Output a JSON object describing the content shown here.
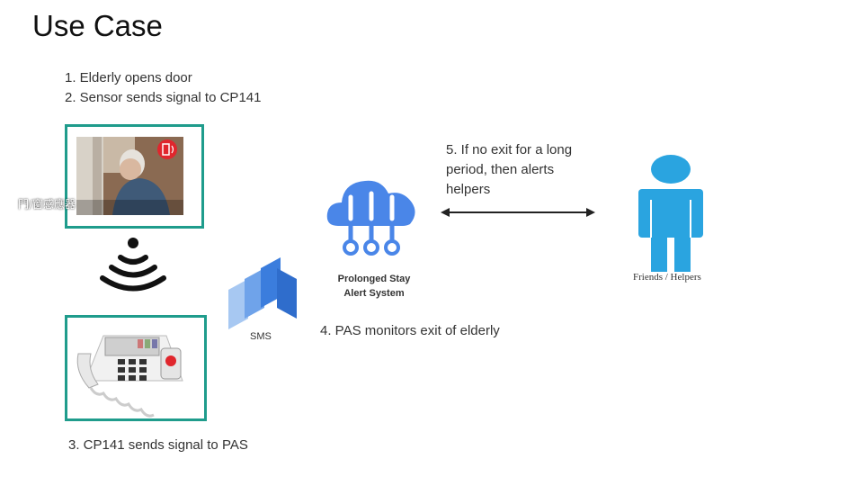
{
  "title": "Use Case",
  "steps": {
    "s1": "1.  Elderly opens door",
    "s2": "2.  Sensor sends signal to CP141",
    "s3": "3. CP141 sends signal to PAS",
    "s4": "4. PAS monitors exit of elderly",
    "s5": "5. If no exit for a long period, then alerts helpers"
  },
  "door_sensor_caption": "門/窗感應器",
  "sms_label": "SMS",
  "pas": {
    "line1": "Prolonged Stay",
    "line2": "Alert System"
  },
  "person_label": "Friends / Helpers",
  "colors": {
    "frame": "#1f9c8c",
    "cloud": "#4a86e8",
    "person": "#2aa4e0",
    "sms_dark": "#3b7ddd",
    "sms_light": "#a7c8f2"
  }
}
